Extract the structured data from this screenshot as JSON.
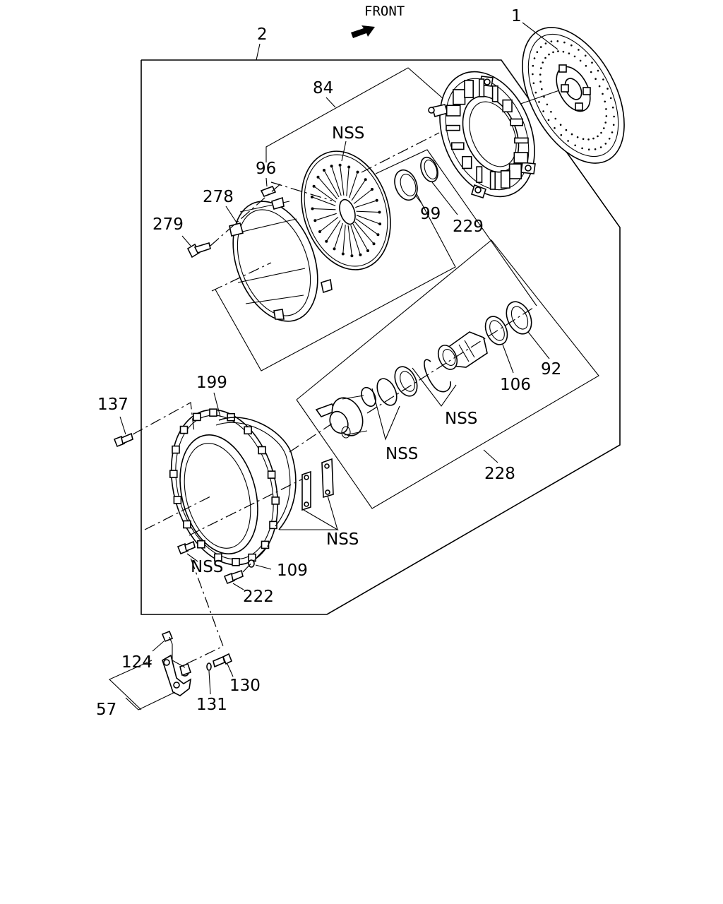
{
  "diagram": {
    "front_label": "FRONT",
    "callouts": {
      "c1": "1",
      "c2": "2",
      "c84": "84",
      "c96": "96",
      "c278": "278",
      "c279": "279",
      "c99": "99",
      "c229": "229",
      "c92": "92",
      "c106": "106",
      "c228": "228",
      "c199": "199",
      "c137": "137",
      "c109": "109",
      "c222": "222",
      "c124": "124",
      "c130": "130",
      "c131": "131",
      "c57": "57",
      "nss_cover": "NSS",
      "nss_bearing_a": "NSS",
      "nss_bearing_b": "NSS",
      "nss_bracket": "NSS",
      "nss_bolt": "NSS"
    }
  }
}
